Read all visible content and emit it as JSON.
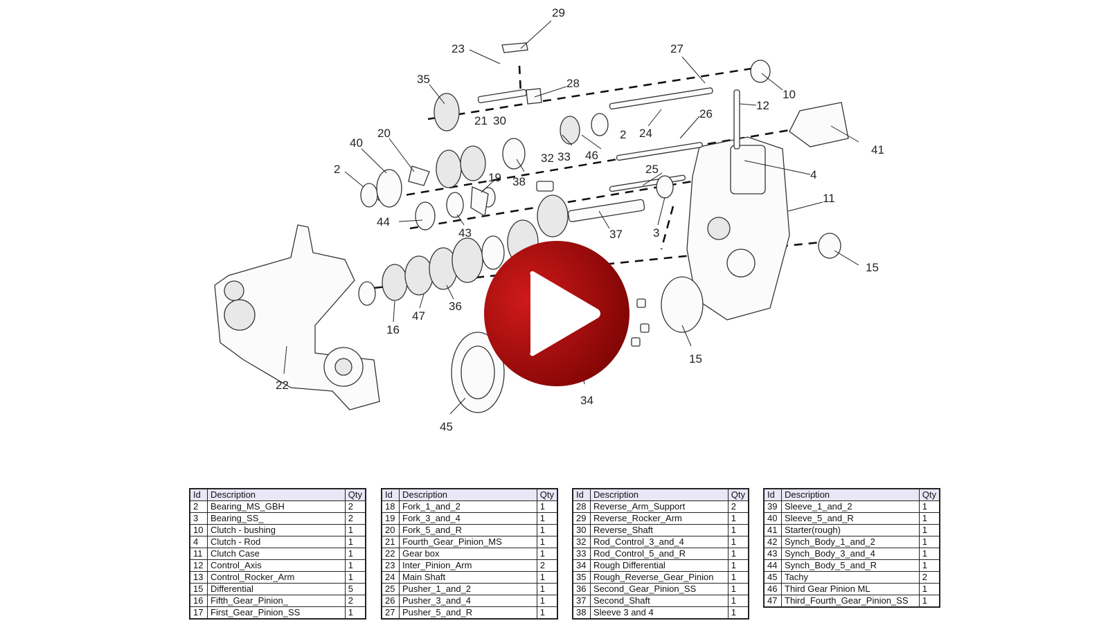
{
  "diagram": {
    "callouts": [
      {
        "id": "29",
        "label": "29"
      },
      {
        "id": "23",
        "label": "23"
      },
      {
        "id": "27",
        "label": "27"
      },
      {
        "id": "35",
        "label": "35"
      },
      {
        "id": "28",
        "label": "28"
      },
      {
        "id": "10",
        "label": "10"
      },
      {
        "id": "12",
        "label": "12"
      },
      {
        "id": "21",
        "label": "21"
      },
      {
        "id": "30",
        "label": "30"
      },
      {
        "id": "26",
        "label": "26"
      },
      {
        "id": "2a",
        "label": "2"
      },
      {
        "id": "24",
        "label": "24"
      },
      {
        "id": "41",
        "label": "41"
      },
      {
        "id": "20",
        "label": "20"
      },
      {
        "id": "40",
        "label": "40"
      },
      {
        "id": "33",
        "label": "33"
      },
      {
        "id": "46",
        "label": "46"
      },
      {
        "id": "32",
        "label": "32"
      },
      {
        "id": "2b",
        "label": "2"
      },
      {
        "id": "38",
        "label": "38"
      },
      {
        "id": "19",
        "label": "19"
      },
      {
        "id": "25",
        "label": "25"
      },
      {
        "id": "4",
        "label": "4"
      },
      {
        "id": "11",
        "label": "11"
      },
      {
        "id": "44",
        "label": "44"
      },
      {
        "id": "43",
        "label": "43"
      },
      {
        "id": "37",
        "label": "37"
      },
      {
        "id": "3",
        "label": "3"
      },
      {
        "id": "15a",
        "label": "15"
      },
      {
        "id": "36",
        "label": "36"
      },
      {
        "id": "47",
        "label": "47"
      },
      {
        "id": "16",
        "label": "16"
      },
      {
        "id": "15b",
        "label": "15"
      },
      {
        "id": "22",
        "label": "22"
      },
      {
        "id": "34",
        "label": "34"
      },
      {
        "id": "45",
        "label": "45"
      }
    ]
  },
  "bom": {
    "headers": {
      "id": "Id",
      "description": "Description",
      "qty": "Qty"
    },
    "tables": [
      [
        {
          "id": "2",
          "desc": "Bearing_MS_GBH",
          "qty": "2"
        },
        {
          "id": "3",
          "desc": "Bearing_SS_",
          "qty": "2"
        },
        {
          "id": "10",
          "desc": "Clutch - bushing",
          "qty": "1"
        },
        {
          "id": "4",
          "desc": "Clutch - Rod",
          "qty": "1"
        },
        {
          "id": "11",
          "desc": "Clutch Case",
          "qty": "1"
        },
        {
          "id": "12",
          "desc": "Control_Axis",
          "qty": "1"
        },
        {
          "id": "13",
          "desc": "Control_Rocker_Arm",
          "qty": "1"
        },
        {
          "id": "15",
          "desc": "Differential",
          "qty": "5"
        },
        {
          "id": "16",
          "desc": "Fifth_Gear_Pinion_",
          "qty": "2"
        },
        {
          "id": "17",
          "desc": "First_Gear_Pinion_SS",
          "qty": "1"
        }
      ],
      [
        {
          "id": "18",
          "desc": "Fork_1_and_2",
          "qty": "1"
        },
        {
          "id": "19",
          "desc": "Fork_3_and_4",
          "qty": "1"
        },
        {
          "id": "20",
          "desc": "Fork_5_and_R",
          "qty": "1"
        },
        {
          "id": "21",
          "desc": "Fourth_Gear_Pinion_MS",
          "qty": "1"
        },
        {
          "id": "22",
          "desc": "Gear box",
          "qty": "1"
        },
        {
          "id": "23",
          "desc": "Inter_Pinion_Arm",
          "qty": "2"
        },
        {
          "id": "24",
          "desc": "Main Shaft",
          "qty": "1"
        },
        {
          "id": "25",
          "desc": "Pusher_1_and_2",
          "qty": "1"
        },
        {
          "id": "26",
          "desc": "Pusher_3_and_4",
          "qty": "1"
        },
        {
          "id": "27",
          "desc": "Pusher_5_and_R",
          "qty": "1"
        }
      ],
      [
        {
          "id": "28",
          "desc": "Reverse_Arm_Support",
          "qty": "2"
        },
        {
          "id": "29",
          "desc": "Reverse_Rocker_Arm",
          "qty": "1"
        },
        {
          "id": "30",
          "desc": "Reverse_Shaft",
          "qty": "1"
        },
        {
          "id": "32",
          "desc": "Rod_Control_3_and_4",
          "qty": "1"
        },
        {
          "id": "33",
          "desc": "Rod_Control_5_and_R",
          "qty": "1"
        },
        {
          "id": "34",
          "desc": "Rough Differential",
          "qty": "1"
        },
        {
          "id": "35",
          "desc": "Rough_Reverse_Gear_Pinion",
          "qty": "1"
        },
        {
          "id": "36",
          "desc": "Second_Gear_Pinion_SS",
          "qty": "1"
        },
        {
          "id": "37",
          "desc": "Second_Shaft",
          "qty": "1"
        },
        {
          "id": "38",
          "desc": "Sleeve 3 and 4",
          "qty": "1"
        }
      ],
      [
        {
          "id": "39",
          "desc": "Sleeve_1_and_2",
          "qty": "1"
        },
        {
          "id": "40",
          "desc": "Sleeve_5_and_R",
          "qty": "1"
        },
        {
          "id": "41",
          "desc": "Starter(rough)",
          "qty": "1"
        },
        {
          "id": "42",
          "desc": "Synch_Body_1_and_2",
          "qty": "1"
        },
        {
          "id": "43",
          "desc": "Synch_Body_3_and_4",
          "qty": "1"
        },
        {
          "id": "44",
          "desc": "Synch_Body_5_and_R",
          "qty": "1"
        },
        {
          "id": "45",
          "desc": "Tachy",
          "qty": "2"
        },
        {
          "id": "46",
          "desc": "Third Gear Pinion ML",
          "qty": "1"
        },
        {
          "id": "47",
          "desc": "Third_Fourth_Gear_Pinion_SS",
          "qty": "1"
        }
      ]
    ]
  },
  "player": {
    "icon": "play-icon",
    "color_start": "#d01a1a",
    "color_end": "#6e0000"
  }
}
